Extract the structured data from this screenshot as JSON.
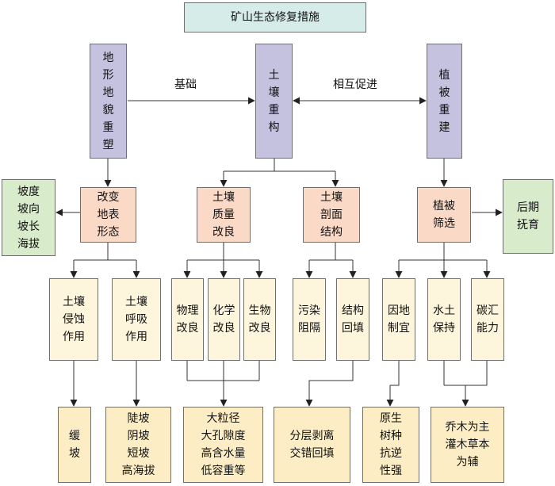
{
  "title": "矿山生态修复措施",
  "top": {
    "terrain": "地形地貌重塑",
    "soil": "土壤重构",
    "veg": "植被重建"
  },
  "edges": {
    "basis": "基础",
    "mutual": "相互促进"
  },
  "second": {
    "change": "改变\n地表\n形态",
    "soil_quality": "土壤\n质量\n改良",
    "soil_profile": "土壤\n剖面\n结构",
    "veg_select": "植被\n筛选"
  },
  "side": {
    "slope": "坡度\n坡向\n坡长\n海拔",
    "aftercare": "后期\n抚育"
  },
  "third": {
    "erosion": "土壤\n侵蚀\n作用",
    "respiration": "土壤\n呼吸\n作用",
    "physical": "物理\n改良",
    "chemical": "化学\n改良",
    "biological": "生物\n改良",
    "pollution": "污染\n阻隔",
    "backfill": "结构\n回填",
    "local": "因地\n制宜",
    "water_soil": "水土\n保持",
    "carbon": "碳汇\n能力"
  },
  "bottom": {
    "gentle": "缓坡",
    "steep": "陡坡\n阴坡\n短坡\n高海拔",
    "large": "大粒径\n大孔隙度\n高含水量\n低容重等",
    "layered": "分层剥离\n交错回填",
    "native": "原生\n树种\n抗逆\n性强",
    "tree": "乔木为主\n灌木草本\n为辅"
  }
}
